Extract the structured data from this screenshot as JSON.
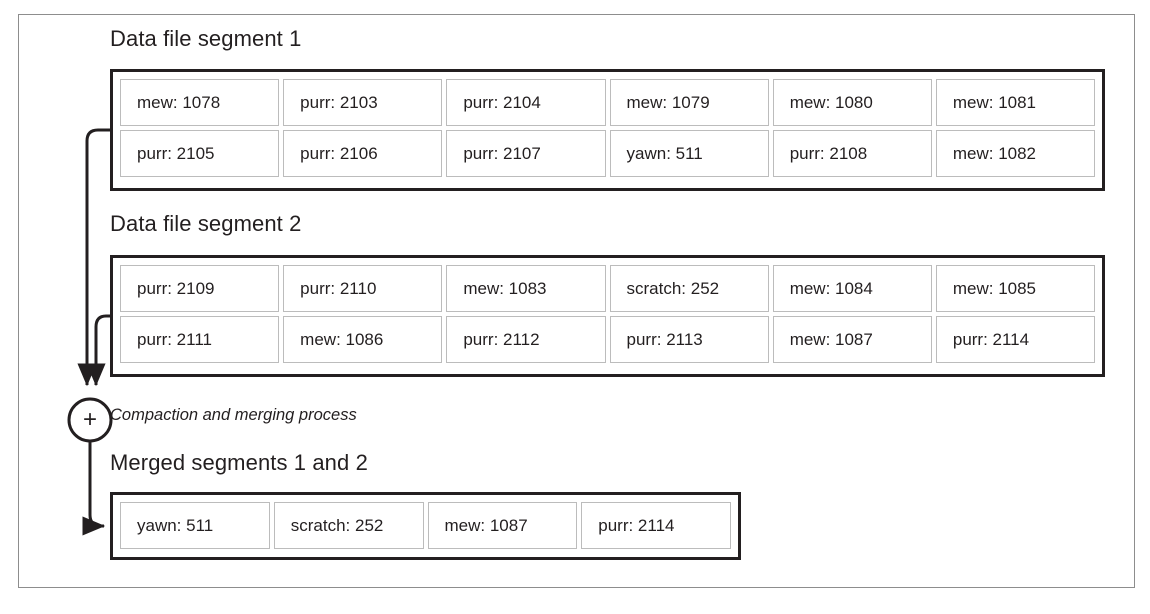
{
  "diagram": {
    "title_segment1": "Data file segment 1",
    "title_segment2": "Data file segment 2",
    "title_merged": "Merged segments 1 and 2",
    "process_label": "Compaction and merging process",
    "merge_node_symbol": "+",
    "colors": {
      "frame": "#8d8d8d",
      "box_border": "#231f20",
      "cell_border": "#bcbcbc",
      "text": "#231f20",
      "background": "#ffffff"
    },
    "segment1": {
      "rows": [
        [
          "mew: 1078",
          "purr: 2103",
          "purr: 2104",
          "mew: 1079",
          "mew: 1080",
          "mew: 1081"
        ],
        [
          "purr: 2105",
          "purr: 2106",
          "purr: 2107",
          "yawn: 511",
          "purr: 2108",
          "mew: 1082"
        ]
      ]
    },
    "segment2": {
      "rows": [
        [
          "purr: 2109",
          "purr: 2110",
          "mew: 1083",
          "scratch: 252",
          "mew: 1084",
          "mew: 1085"
        ],
        [
          "purr: 2111",
          "mew: 1086",
          "purr: 2112",
          "purr: 2113",
          "mew: 1087",
          "purr: 2114"
        ]
      ]
    },
    "merged": {
      "rows": [
        [
          "yawn: 511",
          "scratch: 252",
          "mew: 1087",
          "purr: 2114"
        ]
      ]
    }
  }
}
